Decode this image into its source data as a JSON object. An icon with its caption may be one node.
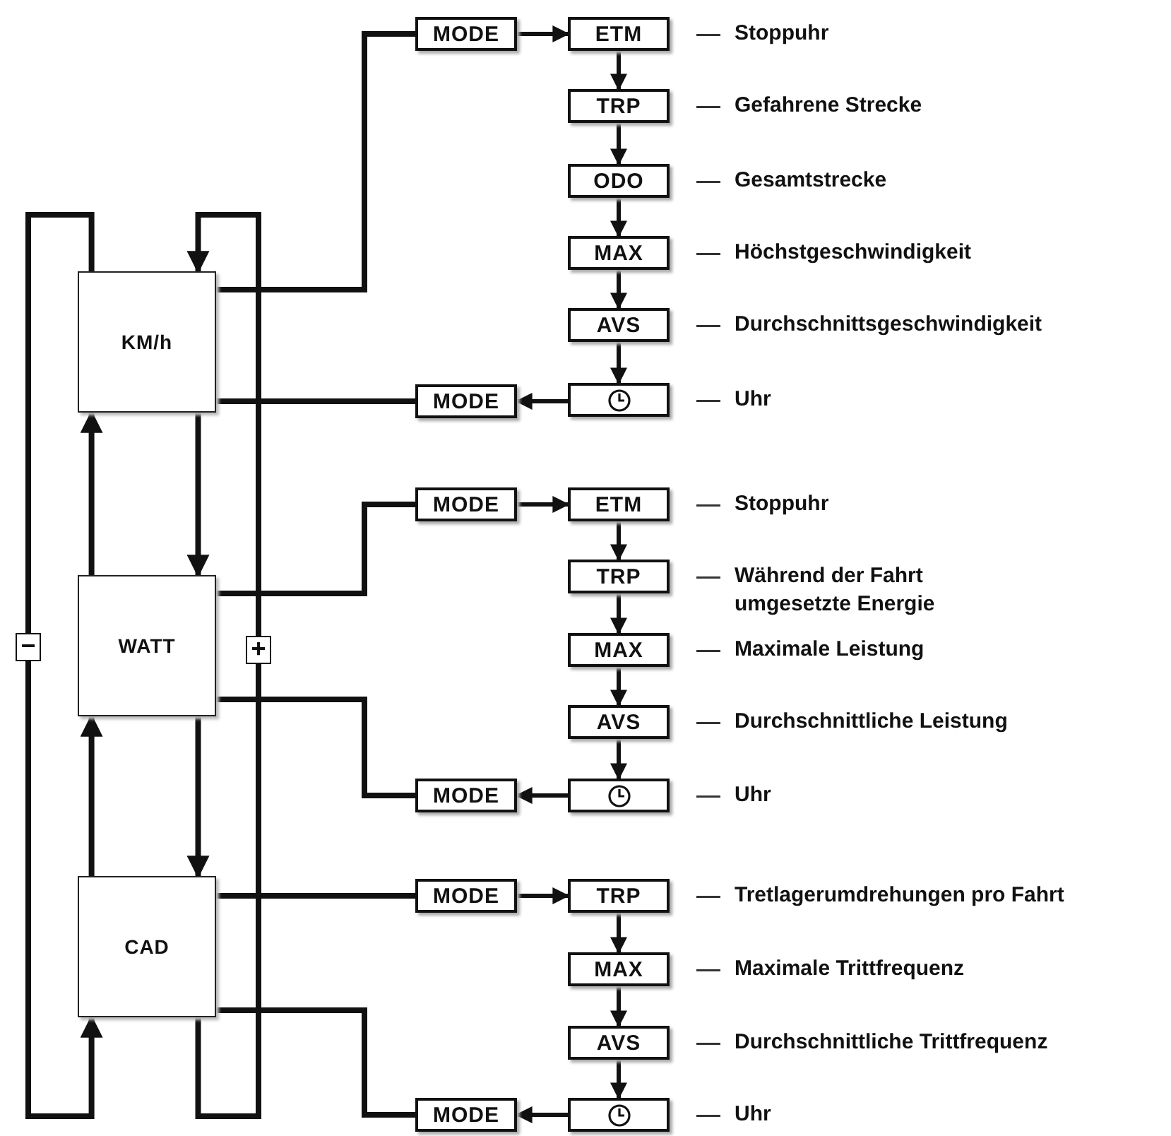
{
  "diagram": {
    "nodes": [
      {
        "text": [
          "KM/h"
        ]
      },
      {
        "text": [
          "WATT"
        ]
      },
      {
        "text": [
          "CAD"
        ]
      },
      {
        "text": [
          "MODE"
        ]
      },
      {
        "text": [
          "ETM"
        ],
        "beside": [
          "Stoppuhr"
        ]
      },
      {
        "text": [
          "TRP"
        ],
        "beside": [
          "Gefahrene Strecke"
        ]
      },
      {
        "text": [
          "ODO"
        ],
        "beside": [
          "Gesamtstrecke"
        ]
      },
      {
        "text": [
          "MAX"
        ],
        "beside": [
          "Höchstgeschwindigkeit"
        ]
      },
      {
        "text": [
          "AVS"
        ],
        "beside": [
          "Durchschnittsgeschwindigkeit"
        ]
      },
      {
        "text": [],
        "shape": "box",
        "beside": [
          "Uhr"
        ]
      },
      {
        "text": [
          "MODE"
        ]
      },
      {
        "text": [
          "MODE"
        ]
      },
      {
        "text": [
          "ETM"
        ],
        "beside": [
          "Stoppuhr"
        ]
      },
      {
        "text": [
          "TRP"
        ],
        "beside": [
          "Während der Fahrt umgesetzte Energie"
        ]
      },
      {
        "text": [
          "MAX"
        ],
        "beside": [
          "Maximale Leistung"
        ]
      },
      {
        "text": [
          "AVS"
        ],
        "beside": [
          "Durchschnittliche Leistung"
        ]
      },
      {
        "text": [],
        "shape": "box",
        "beside": [
          "Uhr"
        ]
      },
      {
        "text": [
          "MODE"
        ]
      },
      {
        "text": [
          "MODE"
        ]
      },
      {
        "text": [
          "TRP"
        ],
        "beside": [
          "Tretlagerumdrehungen pro Fahrt"
        ]
      },
      {
        "text": [
          "MAX"
        ],
        "beside": [
          "Maximale Trittfrequenz"
        ]
      },
      {
        "text": [
          "AVS"
        ],
        "beside": [
          "Durchschnittliche Trittfrequenz"
        ]
      },
      {
        "text": [],
        "shape": "box",
        "beside": [
          "Uhr"
        ]
      },
      {
        "text": [
          "MODE"
        ]
      }
    ],
    "edges": [
      {
        "from": 0,
        "to": 1,
        "arrow": "to"
      },
      {
        "from": 1,
        "to": 0,
        "arrow": "to"
      },
      {
        "from": 1,
        "to": 2,
        "arrow": "to"
      },
      {
        "from": 2,
        "to": 1,
        "arrow": "to"
      },
      {
        "from": 0,
        "to": 2,
        "arrow": "to",
        "label": "−"
      },
      {
        "from": 2,
        "to": 0,
        "arrow": "to",
        "label": "+"
      },
      {
        "from": 0,
        "to": 3,
        "arrow": "none"
      },
      {
        "from": 3,
        "to": 4,
        "arrow": "to"
      },
      {
        "from": 4,
        "to": 5,
        "arrow": "to"
      },
      {
        "from": 5,
        "to": 6,
        "arrow": "to"
      },
      {
        "from": 6,
        "to": 7,
        "arrow": "to"
      },
      {
        "from": 7,
        "to": 8,
        "arrow": "to"
      },
      {
        "from": 8,
        "to": 9,
        "arrow": "to"
      },
      {
        "from": 9,
        "to": 10,
        "arrow": "to"
      },
      {
        "from": 0,
        "to": 10,
        "arrow": "none"
      },
      {
        "from": 1,
        "to": 11,
        "arrow": "none"
      },
      {
        "from": 11,
        "to": 12,
        "arrow": "to"
      },
      {
        "from": 12,
        "to": 13,
        "arrow": "to"
      },
      {
        "from": 13,
        "to": 14,
        "arrow": "to"
      },
      {
        "from": 14,
        "to": 15,
        "arrow": "to"
      },
      {
        "from": 15,
        "to": 16,
        "arrow": "to"
      },
      {
        "from": 16,
        "to": 17,
        "arrow": "to"
      },
      {
        "from": 1,
        "to": 17,
        "arrow": "none"
      },
      {
        "from": 2,
        "to": 18,
        "arrow": "none"
      },
      {
        "from": 18,
        "to": 19,
        "arrow": "to"
      },
      {
        "from": 19,
        "to": 20,
        "arrow": "to"
      },
      {
        "from": 20,
        "to": 21,
        "arrow": "to"
      },
      {
        "from": 21,
        "to": 22,
        "arrow": "to"
      },
      {
        "from": 22,
        "to": 23,
        "arrow": "to"
      },
      {
        "from": 2,
        "to": 23,
        "arrow": "none"
      }
    ]
  }
}
